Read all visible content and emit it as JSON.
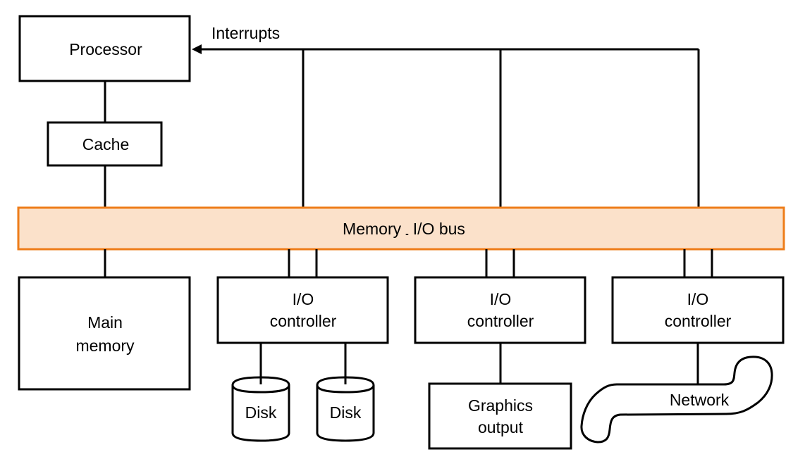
{
  "diagram": {
    "title": "Memory-I/O bus system organization",
    "colors": {
      "bus_fill": "#fbe1ca",
      "bus_stroke": "#ee7d1a",
      "line": "#000000",
      "box_fill": "#ffffff"
    },
    "nodes": {
      "processor": {
        "label": "Processor"
      },
      "cache": {
        "label": "Cache"
      },
      "bus": {
        "label_left": "Memory",
        "label_sep": "-",
        "label_right": "I/O bus"
      },
      "main_memory": {
        "line1": "Main",
        "line2": "memory"
      },
      "io_controllers": [
        {
          "line1": "I/O",
          "line2": "controller"
        },
        {
          "line1": "I/O",
          "line2": "controller"
        },
        {
          "line1": "I/O",
          "line2": "controller"
        }
      ],
      "disks": [
        {
          "label": "Disk"
        },
        {
          "label": "Disk"
        }
      ],
      "graphics": {
        "line1": "Graphics",
        "line2": "output"
      },
      "network": {
        "label": "Network"
      }
    },
    "interrupts_label": "Interrupts",
    "edges": [
      {
        "from": "processor",
        "to": "cache"
      },
      {
        "from": "cache",
        "to": "bus"
      },
      {
        "from": "bus",
        "to": "main_memory"
      },
      {
        "from": "bus",
        "to": "io_controller_1",
        "lines": 2
      },
      {
        "from": "bus",
        "to": "io_controller_2",
        "lines": 2
      },
      {
        "from": "bus",
        "to": "io_controller_3",
        "lines": 2
      },
      {
        "from": "io_controller_1",
        "to": "disk_1"
      },
      {
        "from": "io_controller_1",
        "to": "disk_2"
      },
      {
        "from": "io_controller_2",
        "to": "graphics"
      },
      {
        "from": "io_controller_3",
        "to": "network"
      },
      {
        "from": "io_controllers",
        "to": "processor",
        "label": "Interrupts",
        "arrow": true
      }
    ]
  }
}
